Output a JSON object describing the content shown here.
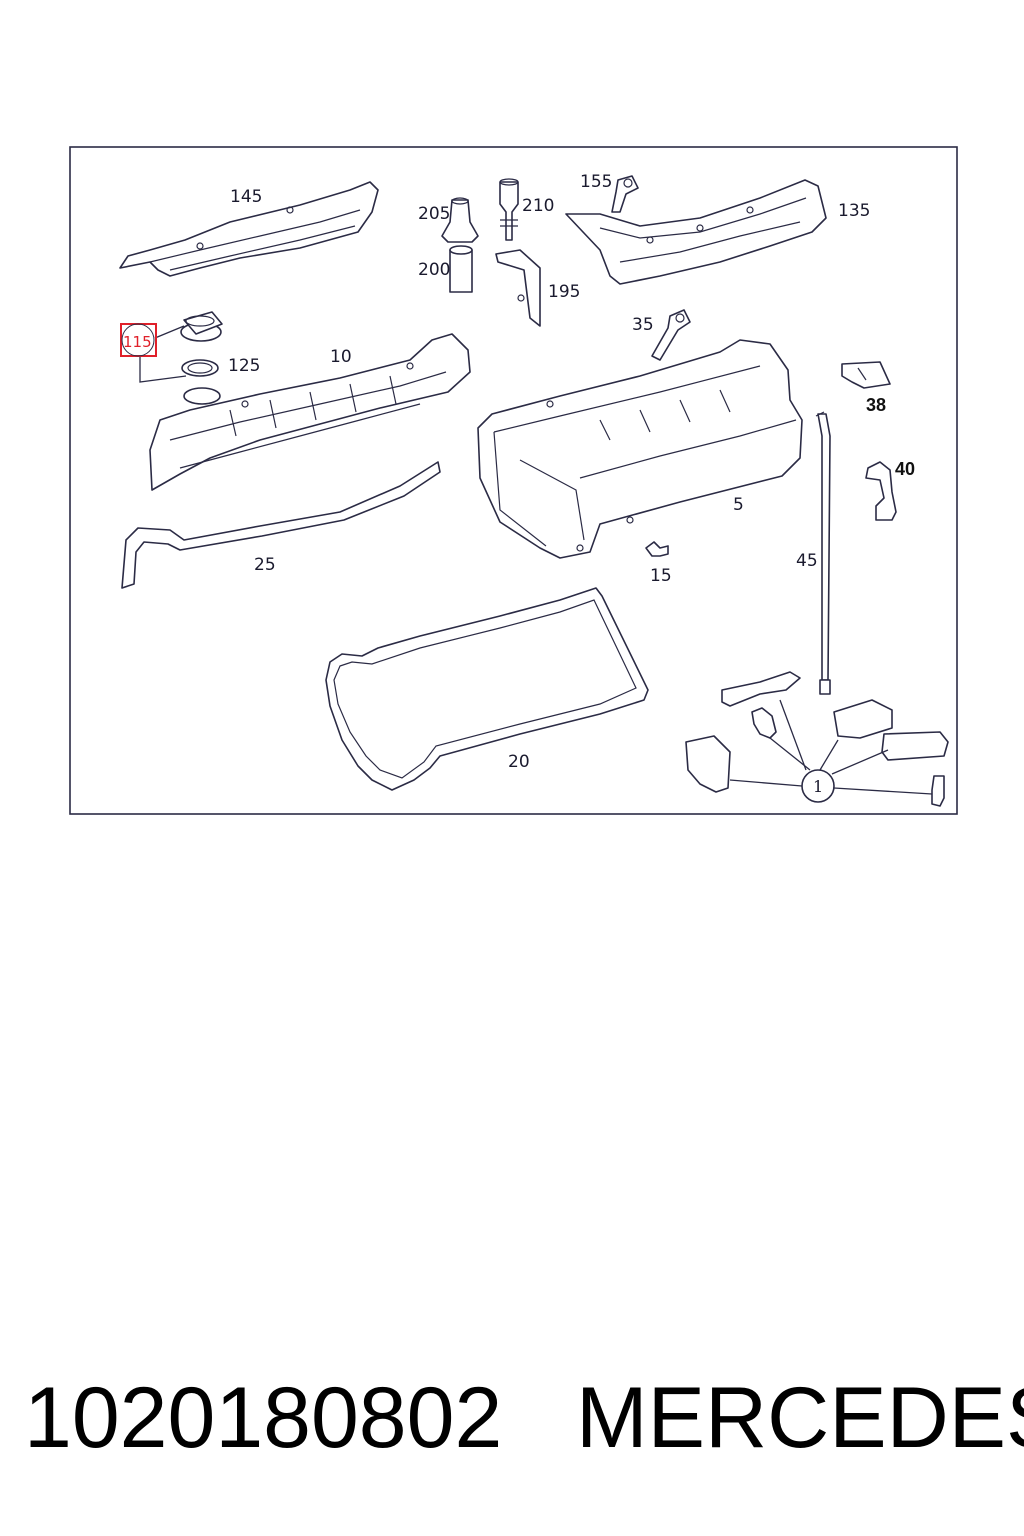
{
  "diagram": {
    "highlight_color": "#e0202a",
    "line_color": "#2b2b45",
    "callouts": {
      "c145": "145",
      "c205": "205",
      "c210": "210",
      "c200": "200",
      "c195": "195",
      "c155": "155",
      "c135": "135",
      "c115": "115",
      "c125": "125",
      "c10": "10",
      "c35": "35",
      "c38": "38",
      "c40": "40",
      "c5": "5",
      "c25": "25",
      "c15": "15",
      "c45": "45",
      "c20": "20",
      "c1": "1"
    }
  },
  "footer": {
    "part_number": "1020180802",
    "brand": "MERCEDES"
  }
}
